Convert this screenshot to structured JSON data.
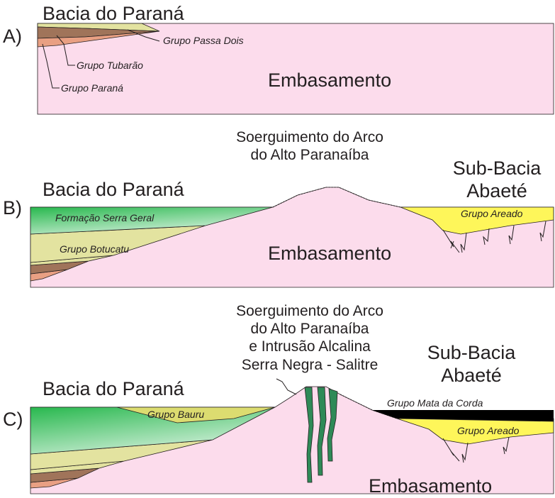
{
  "colors": {
    "embasamento": "#fcdcec",
    "serra_geral_dark": "#22b24a",
    "serra_geral_light": "#b5e4c4",
    "botucatu": "#e3e3a0",
    "yellow_group": "#fef65a",
    "brown": "#a0745a",
    "salmon": "#e9a083",
    "intrusion": "#2e8a57",
    "black_layer": "#000000"
  },
  "panel_a": {
    "label": "A)",
    "basin_title": "Bacia do Paraná",
    "basement_label": "Embasamento",
    "labels": {
      "passa_dois": "Grupo Passa Dois",
      "tubarao": "Grupo Tubarão",
      "parana": "Grupo Paraná"
    }
  },
  "panel_b": {
    "label": "B)",
    "basin_title": "Bacia do Paraná",
    "uplift_line1": "Soerguimento do Arco",
    "uplift_line2": "do Alto Paranaíba",
    "subbasin_line1": "Sub-Bacia",
    "subbasin_line2": "Abaeté",
    "basement_label": "Embasamento",
    "labels": {
      "serra_geral": "Formação Serra Geral",
      "botucatu": "Grupo Botucatu",
      "areado": "Grupo Areado"
    }
  },
  "panel_c": {
    "label": "C)",
    "basin_title": "Bacia do Paraná",
    "uplift_line1": "Soerguimento do Arco",
    "uplift_line2": "do Alto Paranaíba",
    "uplift_line3": "e Intrusão Alcalina",
    "uplift_line4": "Serra Negra - Salitre",
    "subbasin_line1": "Sub-Bacia",
    "subbasin_line2": "Abaeté",
    "basement_label": "Embasamento",
    "labels": {
      "bauru": "Grupo Bauru",
      "mata_da_corda": "Grupo Mata da Corda",
      "areado": "Grupo Areado"
    }
  }
}
